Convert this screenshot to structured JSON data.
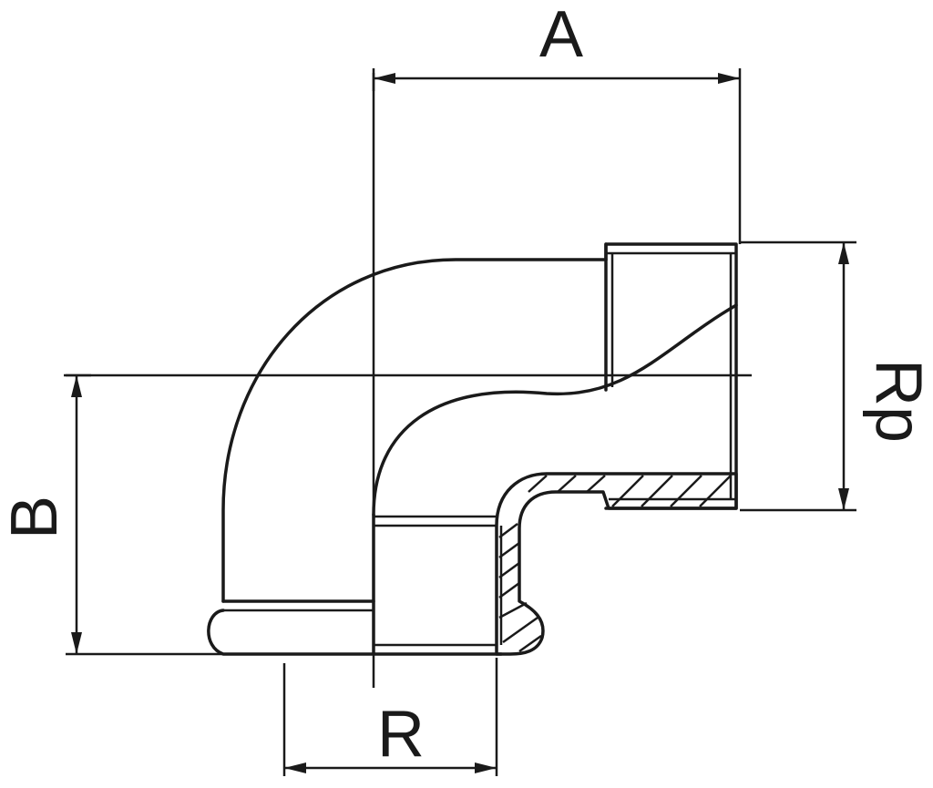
{
  "labels": {
    "a": "A",
    "b": "B",
    "r": "R",
    "rp": "Rp"
  },
  "colors": {
    "line": "#1a1a1a",
    "background": "#ffffff"
  }
}
